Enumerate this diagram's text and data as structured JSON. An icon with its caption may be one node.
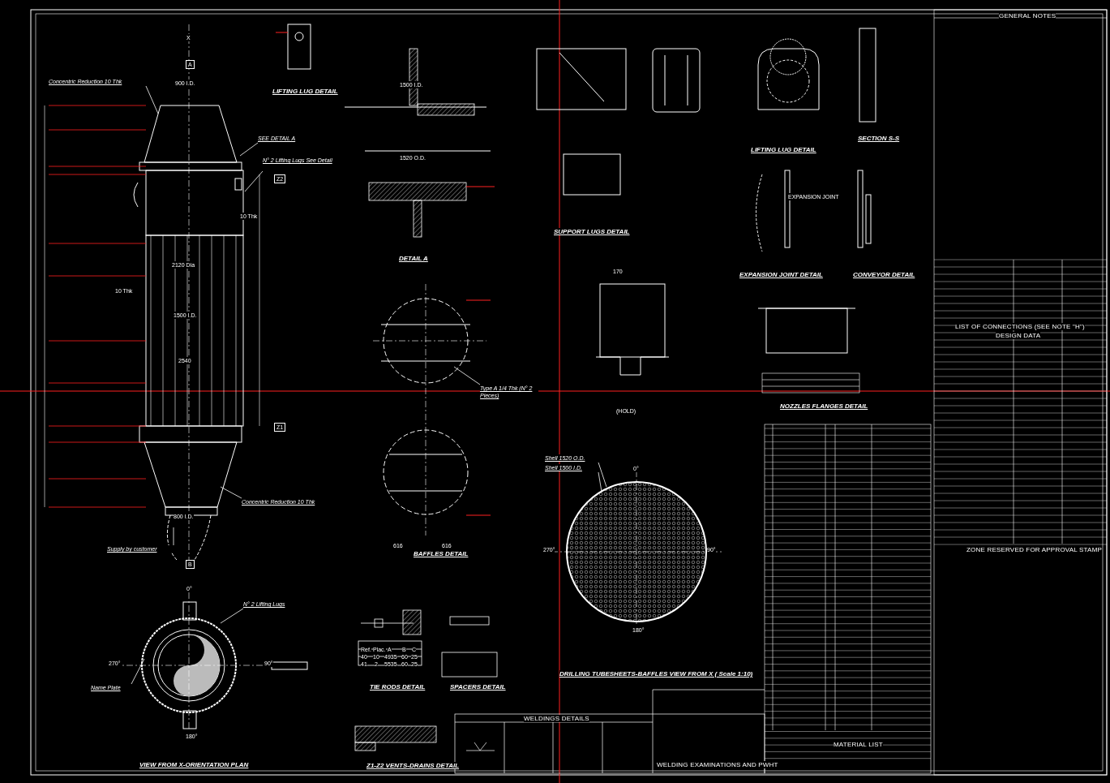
{
  "diagram": {
    "nodes": [
      {
        "text": [
          "Concentric Reduction 10 Thk"
        ]
      },
      {
        "text": [
          "SEE DETAIL A"
        ]
      },
      {
        "text": [
          "N° 2 Lifting Lugs See Detail"
        ]
      },
      {
        "text": [
          "Concentric Reduction 10 Thk"
        ]
      },
      {
        "text": [
          "Supply by customer"
        ]
      },
      {
        "text": [
          "Name Plate"
        ]
      },
      {
        "text": [
          "N° 2 Lifting Lugs"
        ]
      },
      {
        "text": [
          "Shell 1520 O.D."
        ]
      },
      {
        "text": [
          "Shell 1500 I.D."
        ]
      },
      {
        "text": [
          "Type A 1/4 Thk (N° 2 Pieces)"
        ]
      }
    ],
    "edges": [
      {
        "from": 0,
        "to": null,
        "arrow": "none"
      },
      {
        "from": 1,
        "to": null,
        "arrow": "none"
      },
      {
        "from": 2,
        "to": null,
        "arrow": "none"
      },
      {
        "from": 3,
        "to": null,
        "arrow": "none"
      },
      {
        "from": 4,
        "to": null,
        "arrow": "none"
      },
      {
        "from": 5,
        "to": null,
        "arrow": "none"
      },
      {
        "from": 6,
        "to": null,
        "arrow": "none"
      },
      {
        "from": 7,
        "to": null,
        "arrow": "none"
      },
      {
        "from": 8,
        "to": null,
        "arrow": "none"
      },
      {
        "from": 9,
        "to": null,
        "arrow": "none"
      }
    ],
    "labels": [
      "X",
      "A",
      "900 I.D.",
      "2120 Dia",
      "1500 I.D.",
      "2540",
      "10 Thk",
      "10 Thk",
      "800 I.D.",
      "Z2",
      "Z1",
      "B",
      "LIFTING LUG DETAIL",
      "DETAIL A",
      "SUPPORT LUGS DETAIL",
      "LIFTING LUG DETAIL",
      "SECTION S-S",
      "EXPANSION JOINT",
      "EXPANSION JOINT DETAIL",
      "CONVEYOR DETAIL",
      "NOZZLES FLANGES DETAIL",
      "(HOLD)",
      "BAFFLES DETAIL",
      "DRILLING TUBESHEETS-BAFFLES VIEW FROM X ( Scale 1:10)",
      "TIE RODS DETAIL",
      "SPACERS DETAIL",
      "WELDINGS DETAILS",
      "VIEW FROM X-ORIENTATION PLAN",
      "Z1-Z2 VENTS-DRAINS DETAIL",
      "WELDING EXAMINATIONS AND PWHT",
      "GENERAL NOTES",
      "LIST OF CONNECTIONS (SEE NOTE \"H\")",
      "DESIGN DATA",
      "MATERIAL LIST",
      "ZONE RESERVED FOR APPROVAL STAMP",
      "0°",
      "90°",
      "180°",
      "270°",
      "0°",
      "90°",
      "180°",
      "270°",
      "Ref.",
      "Plac.",
      "A",
      "B",
      "C",
      "40",
      "10",
      "4935",
      "60",
      "25",
      "41",
      "2",
      "5535",
      "60",
      "25",
      "1500 I.D.",
      "1520 O.D.",
      "170",
      "616",
      "616"
    ]
  }
}
